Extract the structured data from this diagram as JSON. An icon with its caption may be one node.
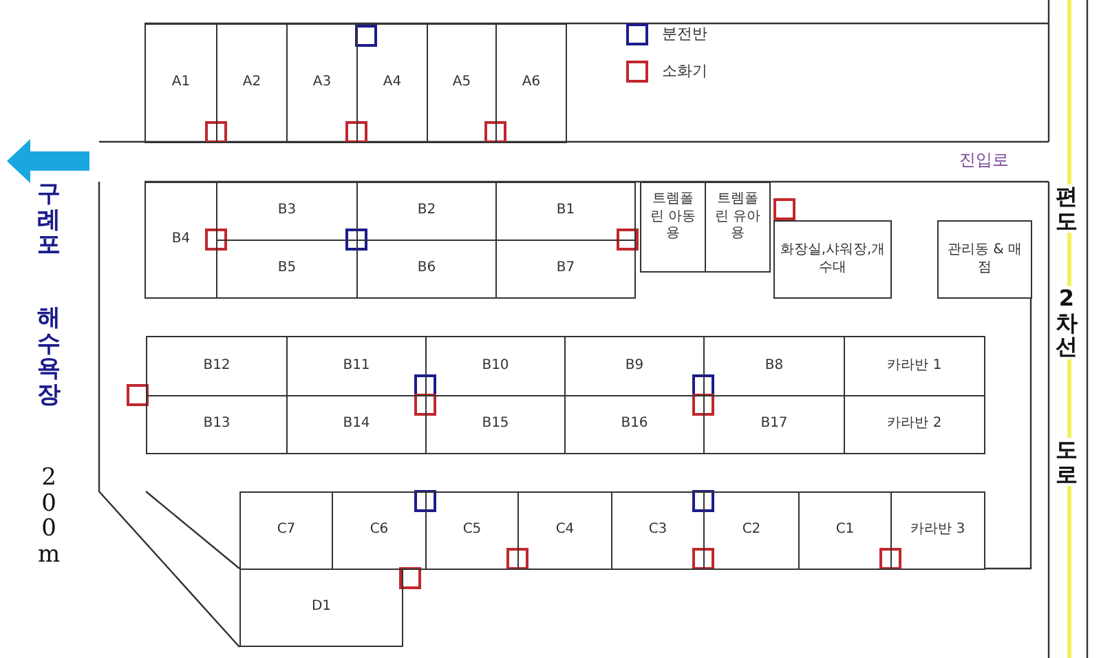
{
  "diagram": {
    "nodes": [
      {
        "text": [
          "A1"
        ]
      },
      {
        "text": [
          "A2"
        ]
      },
      {
        "text": [
          "A3"
        ]
      },
      {
        "text": [
          "A4"
        ]
      },
      {
        "text": [
          "A5"
        ]
      },
      {
        "text": [
          "A6"
        ]
      },
      {
        "text": [
          "B4"
        ]
      },
      {
        "text": [
          "B3"
        ]
      },
      {
        "text": [
          "B2"
        ]
      },
      {
        "text": [
          "B1"
        ]
      },
      {
        "text": [
          "트렘폴린 아동용"
        ]
      },
      {
        "text": [
          "트렘폴린 유아용"
        ]
      },
      {
        "text": [
          "B5"
        ]
      },
      {
        "text": [
          "B6"
        ]
      },
      {
        "text": [
          "B7"
        ]
      },
      {
        "text": [
          "화장실,샤워장,개수대"
        ]
      },
      {
        "text": [
          "관리동 & 매점"
        ]
      },
      {
        "text": [
          "B12"
        ]
      },
      {
        "text": [
          "B11"
        ]
      },
      {
        "text": [
          "B10"
        ]
      },
      {
        "text": [
          "B9"
        ]
      },
      {
        "text": [
          "B8"
        ]
      },
      {
        "text": [
          "카라반 1"
        ]
      },
      {
        "text": [
          "B13"
        ]
      },
      {
        "text": [
          "B14"
        ]
      },
      {
        "text": [
          "B15"
        ]
      },
      {
        "text": [
          "B16"
        ]
      },
      {
        "text": [
          "B17"
        ]
      },
      {
        "text": [
          "카라반 2"
        ]
      },
      {
        "text": [
          "C7"
        ]
      },
      {
        "text": [
          "C6"
        ]
      },
      {
        "text": [
          "C5"
        ]
      },
      {
        "text": [
          "C4"
        ]
      },
      {
        "text": [
          "C3"
        ]
      },
      {
        "text": [
          "C2"
        ]
      },
      {
        "text": [
          "C1"
        ]
      },
      {
        "text": [
          "카라반 3"
        ]
      },
      {
        "text": [
          "D1"
        ]
      }
    ],
    "labels": [
      "진입로",
      "구례포",
      "해수욕장",
      "200m",
      "편도",
      "2차선",
      "도로"
    ],
    "legend": [
      {
        "text": "분전반",
        "color": "#1c1c8c"
      },
      {
        "text": "소화기",
        "color": "#c0282d"
      }
    ]
  }
}
